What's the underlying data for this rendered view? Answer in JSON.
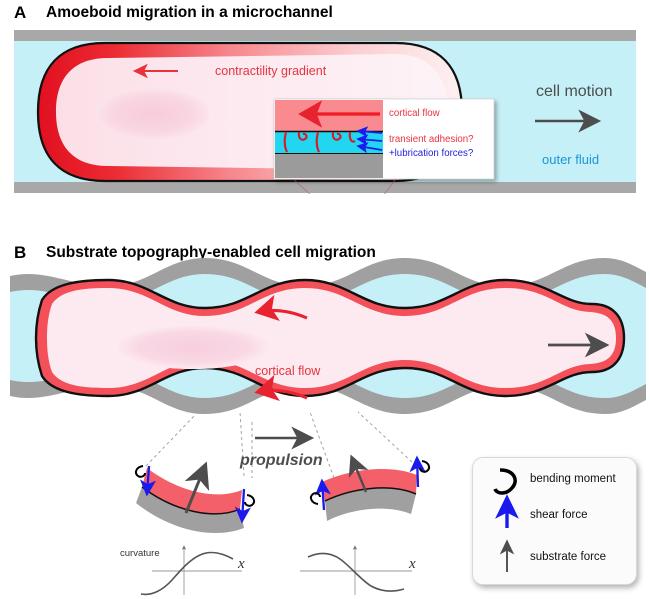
{
  "figure": {
    "panels": [
      {
        "letter": "A",
        "title": "Amoeboid migration in a microchannel",
        "labels": {
          "contractility_gradient": "contractility gradient",
          "cell_motion": "cell motion",
          "outer_fluid": "outer fluid"
        },
        "inset": {
          "cortical_flow": "cortical flow",
          "transient_adhesion": "transient adhesion?",
          "lubrication_forces": "+lubrication forces?"
        }
      },
      {
        "letter": "B",
        "title": "Substrate topography-enabled cell migration",
        "labels": {
          "cortical_flow": "cortical flow",
          "propulsion": "propulsion",
          "curvature": "curvature",
          "x_axis_left": "x",
          "x_axis_right": "x"
        }
      }
    ],
    "legend": {
      "items": [
        {
          "icon": "bending-moment-hook-icon",
          "label": "bending moment",
          "color": "#000000"
        },
        {
          "icon": "shear-force-arrow-icon",
          "label": "shear force",
          "color": "#1a1aee"
        },
        {
          "icon": "substrate-force-arrow-icon",
          "label": "substrate force",
          "color": "#4d4d4d"
        }
      ]
    },
    "colors": {
      "cortex_red": "#f4505a",
      "cortex_red_dark": "#e8232f",
      "cytoplasm_pink": "#fdeaf1",
      "nucleus_pink": "#f9d7e3",
      "outer_fluid_cyan": "#c6f0f7",
      "wall_gray": "#a0a0a0",
      "arrow_gray": "#4d4d4d",
      "shear_blue": "#1a1aee",
      "label_blue": "#1d94d6",
      "inset_cyan": "#22d6f0",
      "inset_cortex": "#f98a8f"
    },
    "chart_data": [
      {
        "type": "line",
        "title": "",
        "ylabel": "curvature",
        "xlabel": "x",
        "x": [
          -1.0,
          -0.75,
          -0.5,
          -0.25,
          0,
          0.25,
          0.5,
          0.75,
          1.0
        ],
        "values": [
          -0.85,
          -1.0,
          -0.85,
          -0.5,
          0,
          0.5,
          0.85,
          1.0,
          0.9
        ],
        "grid": false,
        "axis": "crossed-at-origin"
      },
      {
        "type": "line",
        "title": "",
        "ylabel": "",
        "xlabel": "x",
        "x": [
          -1.0,
          -0.75,
          -0.5,
          -0.25,
          0,
          0.25,
          0.5,
          0.75,
          1.0
        ],
        "values": [
          0.85,
          1.0,
          0.85,
          0.5,
          0,
          -0.5,
          -0.85,
          -1.0,
          -0.9
        ],
        "grid": false,
        "axis": "crossed-at-origin"
      }
    ]
  }
}
